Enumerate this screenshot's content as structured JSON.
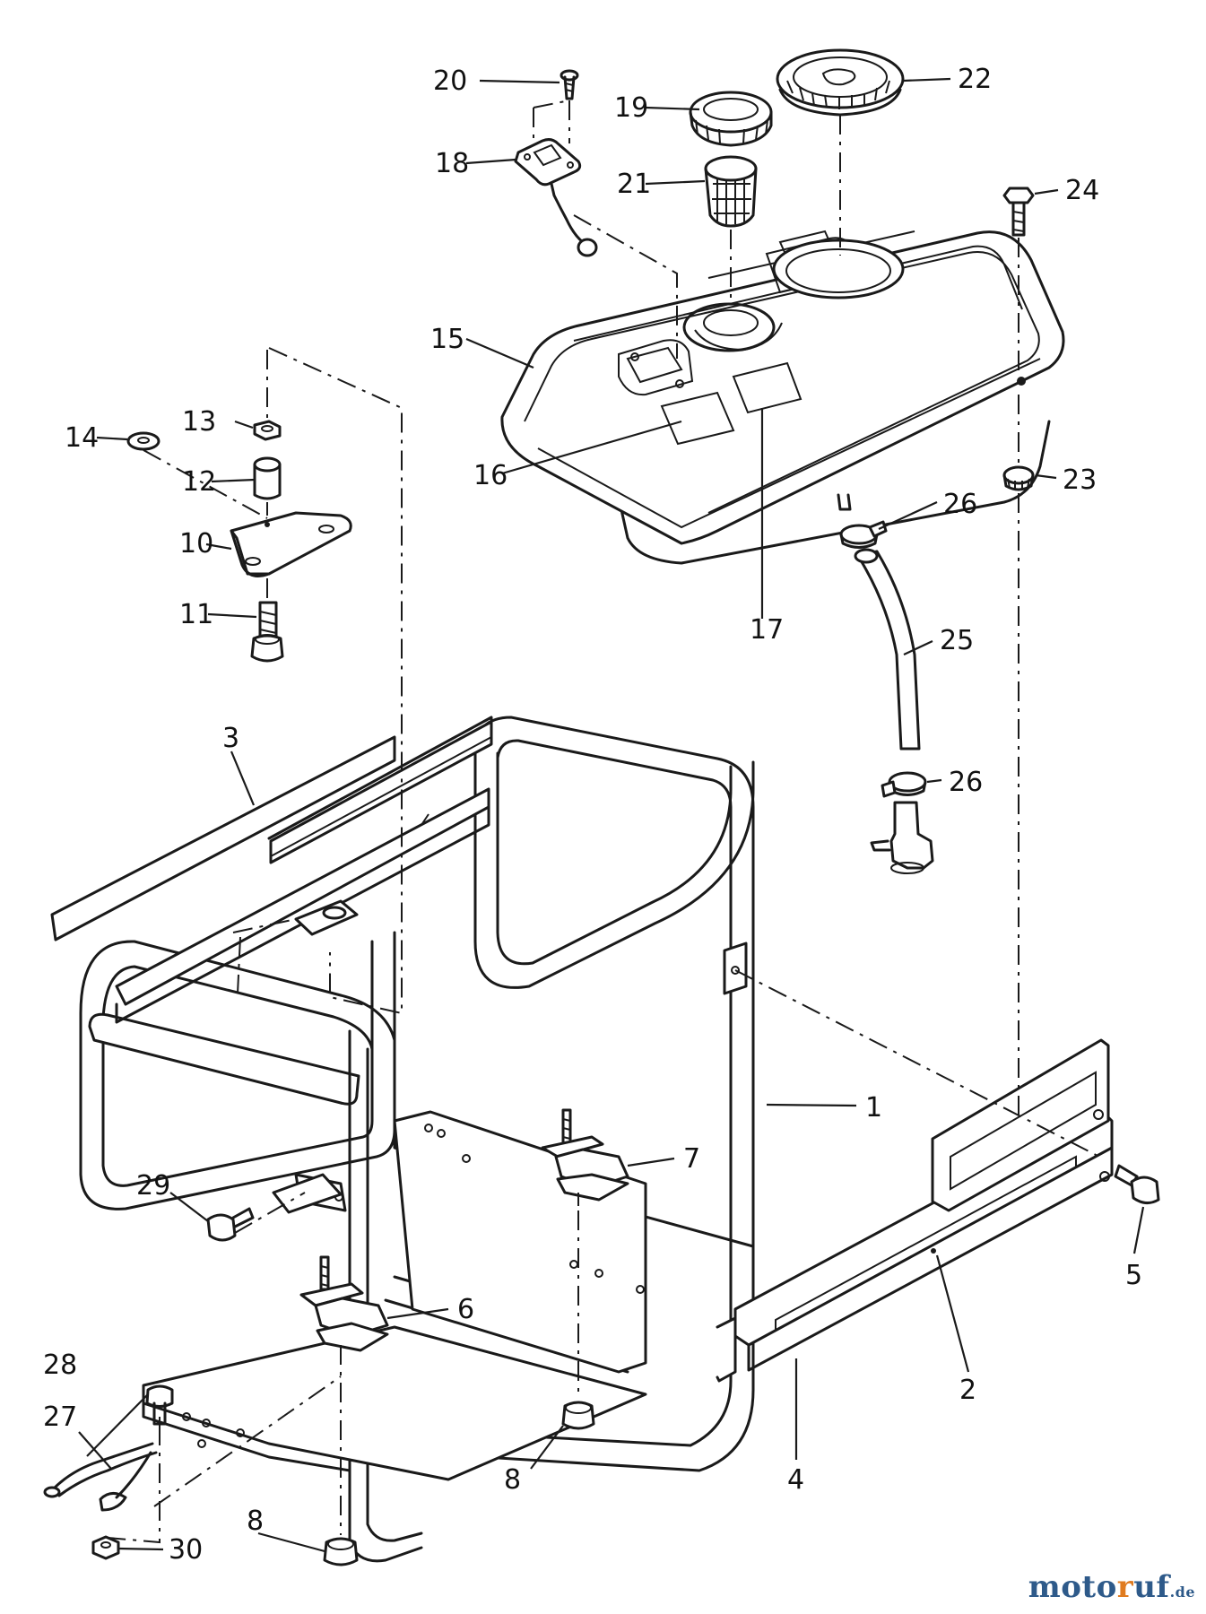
{
  "diagram": {
    "labels": [
      "1",
      "2",
      "3",
      "4",
      "5",
      "6",
      "7",
      "8",
      "8",
      "10",
      "11",
      "12",
      "13",
      "14",
      "15",
      "16",
      "17",
      "18",
      "19",
      "20",
      "21",
      "22",
      "23",
      "24",
      "25",
      "26",
      "26",
      "27",
      "28",
      "29",
      "30"
    ]
  },
  "watermark": {
    "p1": "moto",
    "p2": "r",
    "p3": "uf",
    "p4": ".de"
  }
}
